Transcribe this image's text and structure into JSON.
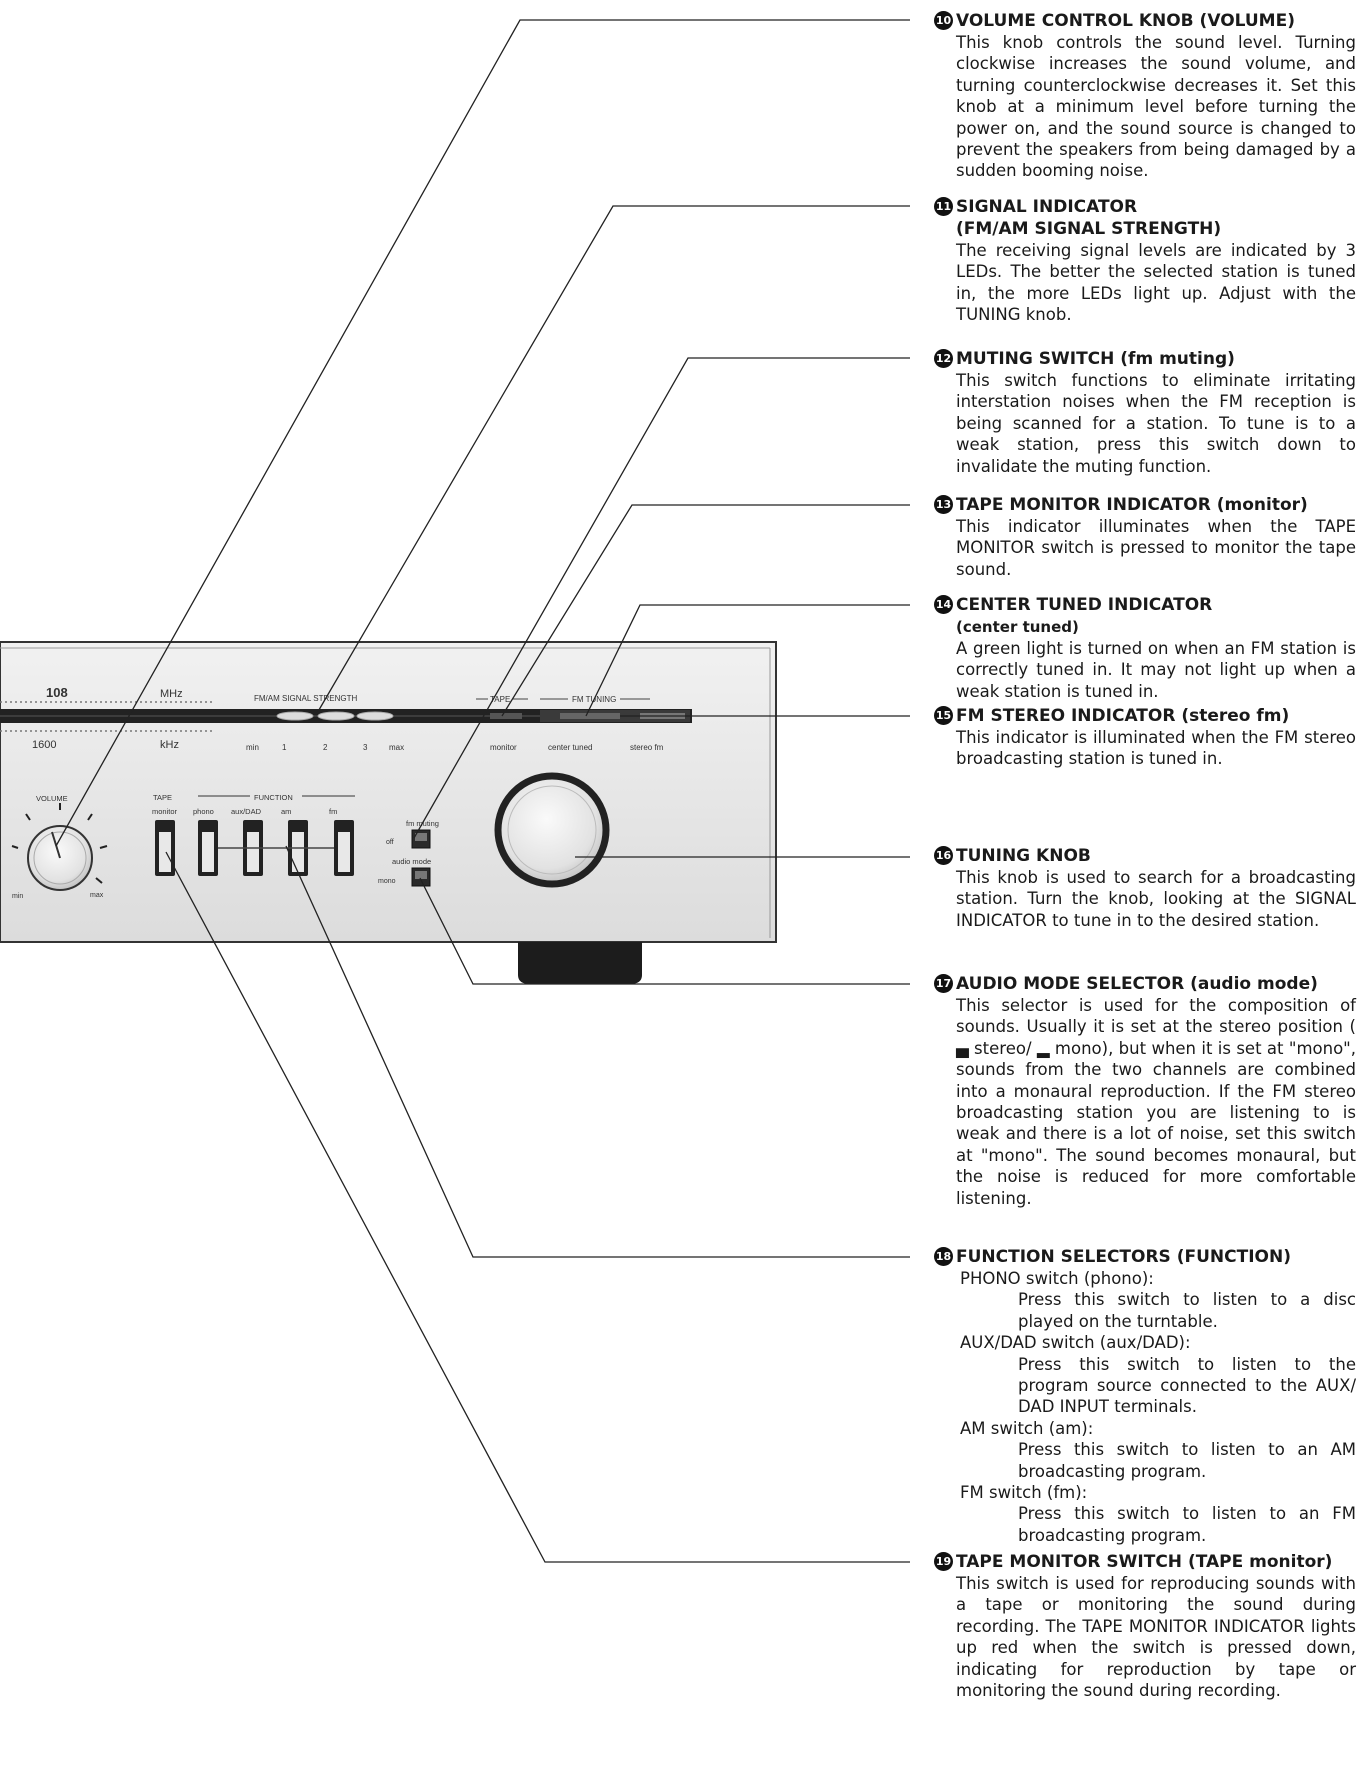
{
  "panel": {
    "freq_top": "108",
    "freq_top_unit": "MHz",
    "freq_bottom": "1600",
    "freq_bottom_unit": "kHz",
    "signal_strength_label": "FM/AM SIGNAL STRENGTH",
    "signal_scale": [
      "min",
      "1",
      "2",
      "3",
      "max"
    ],
    "tape_group": "TAPE",
    "fm_tuning_group": "FM TUNING",
    "indicator_labels": [
      "monitor",
      "center tuned",
      "stereo fm"
    ],
    "volume_label": "VOLUME",
    "volume_min": "min",
    "volume_max": "max",
    "tape_label": "TAPE",
    "function_label": "FUNCTION",
    "switch_labels": [
      "monitor",
      "phono",
      "aux/DAD",
      "am",
      "fm"
    ],
    "fm_muting_label": "fm muting",
    "off_label": "off",
    "audio_mode_label": "audio mode",
    "mono_label": "mono"
  },
  "descriptions": [
    {
      "num": "10",
      "title": "VOLUME CONTROL KNOB (VOLUME)",
      "body": "This knob controls the sound level. Turning clockwise increases the sound volume, and turning counterclockwise decreases it. Set this knob at a minimum level before turning the power on, and the sound source is changed to prevent the speakers from being damaged by a sudden booming noise."
    },
    {
      "num": "11",
      "title": "SIGNAL INDICATOR",
      "subtitle": "(FM/AM SIGNAL STRENGTH)",
      "body": "The receiving signal levels are indicated by 3 LEDs. The better the selected station is tuned in, the more LEDs light up. Adjust with the TUNING knob."
    },
    {
      "num": "12",
      "title": "MUTING SWITCH (fm muting)",
      "body": "This switch functions to eliminate irritating interstation noises when the FM reception is being scanned for a station. To tune is to a weak station, press this switch down to invalidate the muting function."
    },
    {
      "num": "13",
      "title": "TAPE MONITOR INDICATOR (monitor)",
      "body": "This indicator illuminates when the TAPE MONITOR switch is pressed to monitor the tape sound."
    },
    {
      "num": "14",
      "title": "CENTER TUNED INDICATOR",
      "subtitle": "(center tuned)",
      "body": "A green light is turned on when an FM station is correctly tuned in. It may not light up when a weak station is tuned in."
    },
    {
      "num": "15",
      "title": "FM STEREO INDICATOR (stereo fm)",
      "body": "This indicator is illuminated when the FM stereo broadcasting station is tuned in."
    },
    {
      "num": "16",
      "title": "TUNING KNOB",
      "body": "This knob is used to search for a broadcasting station. Turn the knob, looking at the SIGNAL INDICATOR to tune in to the desired station."
    },
    {
      "num": "17",
      "title": "AUDIO MODE SELECTOR (audio mode)",
      "body": "This selector is used for the composition of sounds. Usually it is set at the stereo position ( ▄ stereo/ ▂ mono), but when it is set at \"mono\", sounds from the two channels are combined into a monaural reproduction. If the FM stereo broadcasting station you are listening to is weak and there is a lot of noise, set this switch at \"mono\". The sound becomes monaural, but the noise is reduced for more comfortable listening."
    },
    {
      "num": "18",
      "title": "FUNCTION SELECTORS (FUNCTION)",
      "items": [
        {
          "label": "PHONO switch (phono):",
          "desc": "Press this switch to listen to a disc played on the turntable."
        },
        {
          "label": "AUX/DAD switch (aux/DAD):",
          "desc": "Press this switch to listen to the program source connected to the AUX/ DAD INPUT terminals."
        },
        {
          "label": "AM switch (am):",
          "desc": "Press this switch to listen to an AM broadcasting program."
        },
        {
          "label": "FM switch (fm):",
          "desc": "Press this switch to listen to an FM broadcasting program."
        }
      ]
    },
    {
      "num": "19",
      "title": "TAPE MONITOR SWITCH (TAPE monitor)",
      "body": "This switch is used for reproducing sounds with a tape or monitoring the sound during recording. The TAPE MONITOR INDICATOR lights up red when the switch is pressed down, indicating for reproduction by tape or monitoring the sound during recording."
    }
  ]
}
